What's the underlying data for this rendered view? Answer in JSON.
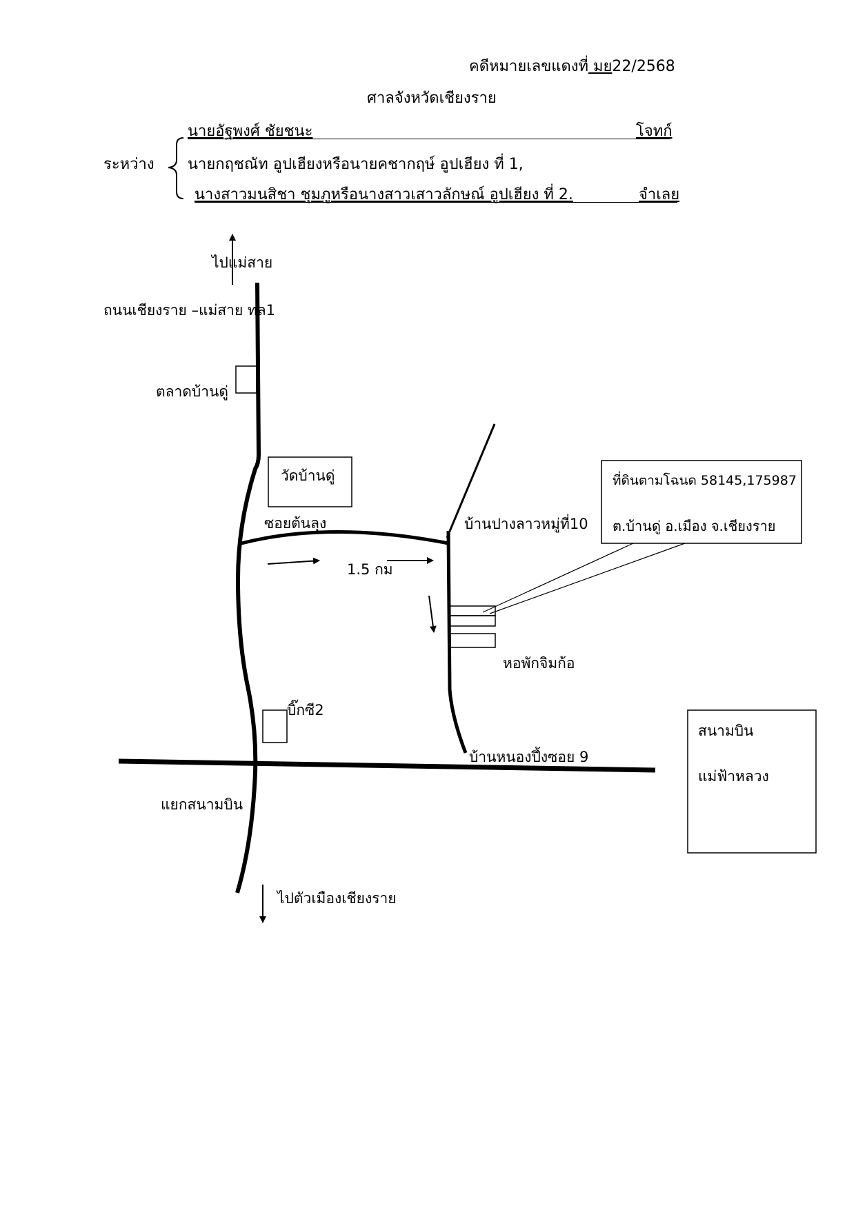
{
  "header": {
    "case_no_prefix": "คดีหมายเลขแดงที่",
    "case_no_code": " มย",
    "case_no_value": "22/2568",
    "court": "ศาลจังหวัดเชียงราย",
    "between_label": "ระหว่าง",
    "plaintiff_name": "นายอัฐพงศ์ ชัยชนะ",
    "plaintiff_role": "โจทก์",
    "defendant1": "นายกฤชณัท  อูปเฮียงหรือนายคชากฤษ์  อูปเฮียง ที่ 1,",
    "defendant2": "นางสาวมนสิชา  ชุมภูหรือนางสาวเสาวลักษณ์  อูปเฮียง ที่ 2.",
    "defendant_role": "จำเลย"
  },
  "map": {
    "labels": {
      "to_mae_sai": "ไปแม่สาย",
      "road_name": "ถนนเชียงราย –แม่สาย ทล1",
      "market": "ตลาดบ้านดู่",
      "temple": "วัดบ้านดู่",
      "soi": "ซอยต้นลุง",
      "distance": "1.5 กม",
      "village": "บ้านปางลาวหมู่ที่10",
      "dorm": "หอพักจิมก้อ",
      "bigc": "บิ๊กซี2",
      "nong_ping": "บ้านหนองปึ้งซอย 9",
      "junction": "แยกสนามบิน",
      "to_city": "ไปตัวเมืองเชียงราย"
    },
    "land_box": {
      "line1": "ที่ดินตามโฉนด 58145,175987",
      "line2": "ต.บ้านดู่ อ.เมือง  จ.เชียงราย"
    },
    "airport_box": {
      "line1": "สนามบิน",
      "line2": "แม่ฟ้าหลวง"
    }
  }
}
